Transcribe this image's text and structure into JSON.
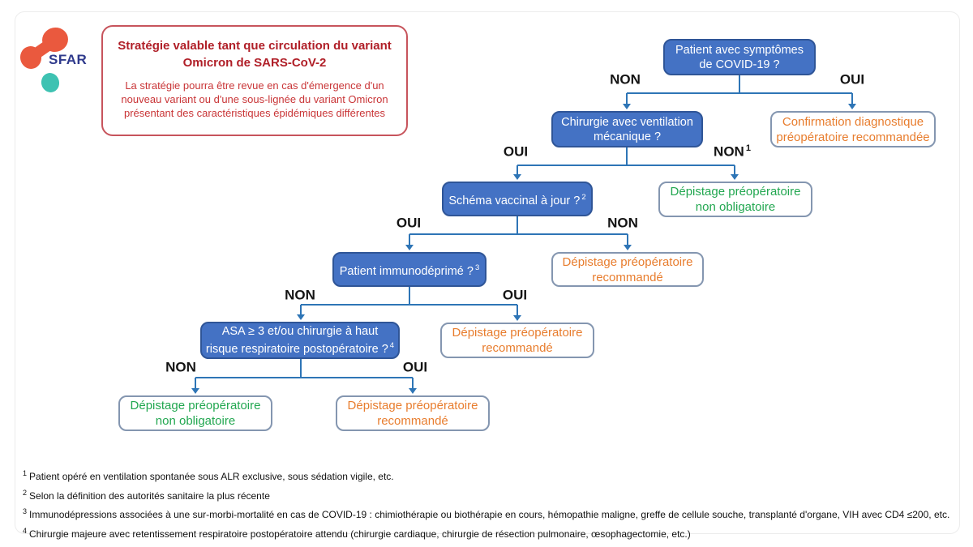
{
  "logo": {
    "text": "SFAR"
  },
  "notice": {
    "title_lines": [
      "Stratégie valable tant que circulation du variant",
      "Omicron de SARS-CoV-2"
    ],
    "body_lines": [
      "La stratégie pourra être revue en cas d'émergence d'un",
      "nouveau variant ou d'une sous-lignée du variant Omicron",
      "présentant des caractéristiques épidémiques différentes"
    ]
  },
  "flow": {
    "questions": {
      "symptoms": {
        "lines": [
          "Patient avec symptômes",
          "de COVID-19 ?"
        ],
        "sup": ""
      },
      "ventilation": {
        "lines": [
          "Chirurgie avec ventilation",
          "mécanique ?"
        ],
        "sup": ""
      },
      "vaccinal": {
        "lines": [
          "Schéma vaccinal à jour ?"
        ],
        "sup": "2"
      },
      "immuno": {
        "lines": [
          "Patient immunodéprimé ?"
        ],
        "sup": "3"
      },
      "asa": {
        "lines": [
          "ASA ≥ 3 et/ou chirurgie à haut",
          "risque respiratoire postopératoire ?"
        ],
        "sup": "4"
      }
    },
    "outcomes": {
      "confirmation": {
        "lines": [
          "Confirmation diagnostique",
          "préopératoire recommandée"
        ],
        "type": "recommended"
      },
      "no_screening_1": {
        "lines": [
          "Dépistage préopératoire",
          "non obligatoire"
        ],
        "type": "optional"
      },
      "screening_1": {
        "lines": [
          "Dépistage préopératoire",
          "recommandé"
        ],
        "type": "recommended"
      },
      "screening_2": {
        "lines": [
          "Dépistage préopératoire",
          "recommandé"
        ],
        "type": "recommended"
      },
      "no_screening_2": {
        "lines": [
          "Dépistage préopératoire",
          "non obligatoire"
        ],
        "type": "optional"
      },
      "screening_3": {
        "lines": [
          "Dépistage préopératoire",
          "recommandé"
        ],
        "type": "recommended"
      }
    },
    "branch_labels": {
      "b1_left": {
        "text": "NON",
        "sup": ""
      },
      "b1_right": {
        "text": "OUI",
        "sup": ""
      },
      "b2_left": {
        "text": "OUI",
        "sup": ""
      },
      "b2_right": {
        "text": "NON",
        "sup": "1"
      },
      "b3_left": {
        "text": "OUI",
        "sup": ""
      },
      "b3_right": {
        "text": "NON",
        "sup": ""
      },
      "b4_left": {
        "text": "NON",
        "sup": ""
      },
      "b4_right": {
        "text": "OUI",
        "sup": ""
      },
      "b5_left": {
        "text": "NON",
        "sup": ""
      },
      "b5_right": {
        "text": "OUI",
        "sup": ""
      }
    }
  },
  "footnotes": [
    {
      "sup": "1",
      "text": "Patient opéré en ventilation spontanée sous ALR exclusive, sous sédation vigile, etc."
    },
    {
      "sup": "2",
      "text": "Selon la définition des autorités sanitaire la plus récente"
    },
    {
      "sup": "3",
      "text": "Immunodépressions associées à une sur-morbi-mortalité en cas de COVID-19 : chimiothérapie ou biothérapie en cours, hémopathie maligne, greffe de cellule souche, transplanté d'organe, VIH avec CD4 ≤200, etc."
    },
    {
      "sup": "4",
      "text": "Chirurgie majeure avec retentissement respiratoire postopératoire attendu (chirurgie cardiaque, chirurgie de résection pulmonaire, œsophagectomie, etc.)"
    }
  ],
  "colors": {
    "question_fill": "#4472C4",
    "question_border": "#2F5597",
    "question_text": "#FFFFFF",
    "connector": "#2E75B6",
    "outcome_border": "#8496B0",
    "optional_text": "#22A750",
    "recommended_text": "#E87D2E",
    "notice_border": "#C7545C",
    "notice_title": "#B01F28",
    "notice_body": "#C93537",
    "label_text": "#141414",
    "logo_orange": "#EA593E",
    "logo_teal": "#3EC2B2",
    "logo_navy": "#2F3A8C"
  }
}
